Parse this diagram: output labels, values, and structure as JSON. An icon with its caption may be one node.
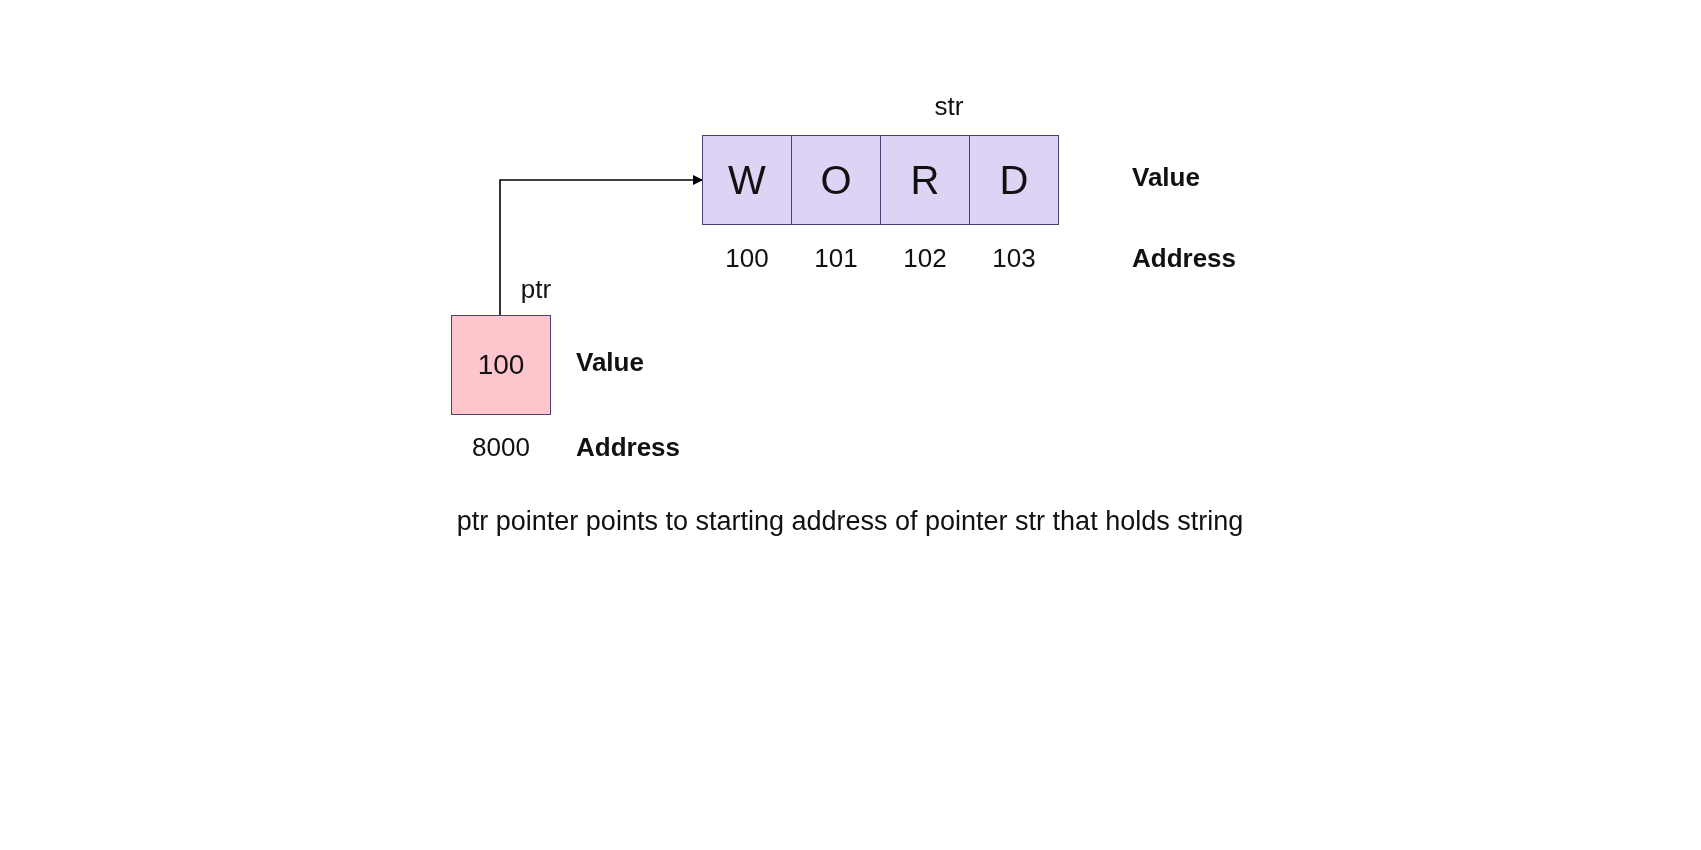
{
  "diagram": {
    "caption": "ptr pointer points to starting address of pointer str that holds string",
    "nodes": [
      {
        "text": [
          "W"
        ],
        "beside": [
          "100"
        ]
      },
      {
        "text": [
          "O"
        ],
        "beside": [
          "101"
        ]
      },
      {
        "text": [
          "R"
        ],
        "beside": [
          "102"
        ]
      },
      {
        "text": [
          "D"
        ],
        "beside": [
          "103"
        ]
      },
      {
        "text": [
          "100"
        ],
        "beside": [
          "ptr",
          "8000"
        ]
      }
    ],
    "edges": [
      {
        "from": 4,
        "to": 0,
        "arrow": "to"
      }
    ],
    "labels": [
      "str",
      "Value",
      "Address",
      "Value",
      "Address"
    ]
  }
}
